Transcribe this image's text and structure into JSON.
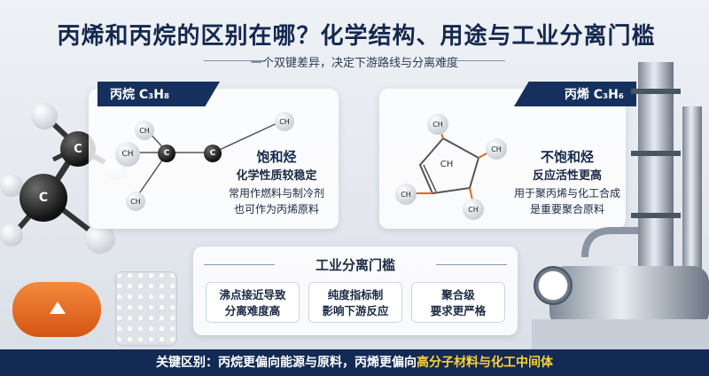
{
  "header": {
    "title": "丙烯和丙烷的区别在哪？化学结构、用途与工业分离门槛",
    "subtitle": "一个双键差异，决定下游路线与分离难度"
  },
  "propane": {
    "tag": "丙烷 C₃H₈",
    "title": "饱和烃",
    "line1": "化学性质较稳定",
    "line2": "常用作燃料与制冷剂",
    "line3": "也可作为丙烯原料"
  },
  "propylene": {
    "tag": "丙烯 C₃H₆",
    "title": "不饱和烃",
    "line1": "反应活性更高",
    "line2": "用于聚丙烯与化工合成",
    "line3": "是重要聚合原料"
  },
  "separation": {
    "title": "工业分离门槛",
    "items": [
      {
        "line1": "沸点接近导致",
        "line2": "分离难度高"
      },
      {
        "line1": "纯度指标制",
        "line2": "影响下游反应"
      },
      {
        "line1": "聚合级",
        "line2": "要求更严格"
      }
    ]
  },
  "footer": {
    "prefix": "关键区别：丙烷更偏向能源与原料，丙烯更偏向",
    "highlight": "高分子材料与化工中间体"
  },
  "molecule_labels": {
    "carbon": "C",
    "hydrogen": "CH",
    "ch_center": "CH"
  },
  "colors": {
    "navy": "#16305e",
    "highlight": "#ffd23a",
    "tank": "#e8661e"
  }
}
